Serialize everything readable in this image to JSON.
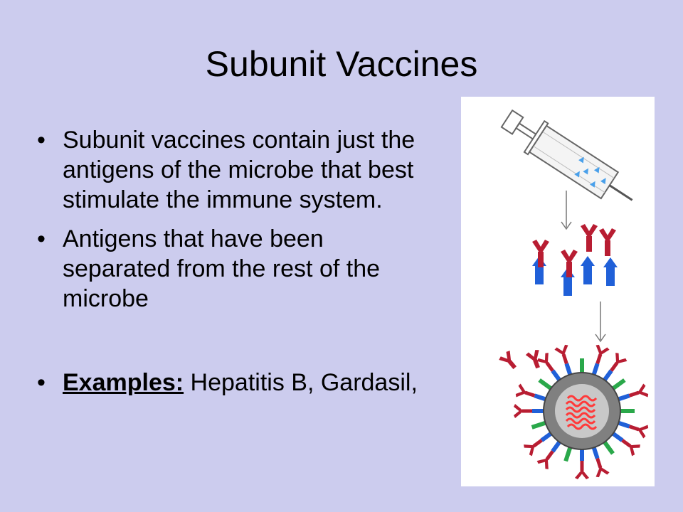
{
  "slide": {
    "title": "Subunit Vaccines",
    "bullet_glyph": "•",
    "bullets": [
      "Subunit vaccines contain just the antigens of the microbe that best stimulate the immune system.",
      "Antigens that have been separated from the rest of the microbe"
    ],
    "examples": {
      "label": "Examples:",
      "text": " Hepatitis B, Gardasil,"
    }
  },
  "figure": {
    "icons": [
      "syringe-icon",
      "down-arrow-icon",
      "antigen-icon",
      "antibody-icon",
      "virus-particle-icon"
    ],
    "colors": {
      "antibody_red": "#b81d32",
      "antigen_blue": "#2060d8",
      "spike_green": "#2aa84a",
      "core_grey": "#808080",
      "rna_red": "#ff3a3a"
    }
  }
}
